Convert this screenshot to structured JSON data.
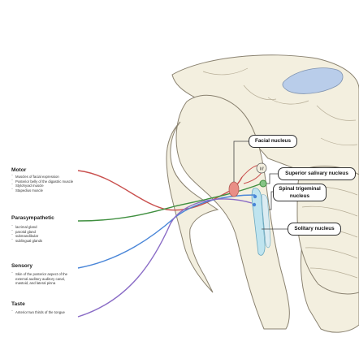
{
  "legend": {
    "motor": {
      "title": "Motor",
      "items": [
        "Muscles of facial expression",
        "Posterior belly of the digastric muscle",
        "Stylohyoid muscle",
        "Stapedius muscle"
      ]
    },
    "parasympathetic": {
      "title": "Parasympathetic",
      "items": [
        "lacrimal gland",
        "parotid gland",
        "submandibular",
        "sublingual glands"
      ]
    },
    "sensory": {
      "title": "Sensory",
      "items": [
        "Skin of the posterior aspect of the",
        "external auditory auditory canal,",
        "mastoid, and lateral pinna"
      ]
    },
    "taste": {
      "title": "Taste",
      "items": [
        "Anterior two thirds of the tongue"
      ]
    }
  },
  "labels": {
    "facial_nucleus": "Facial nucleus",
    "superior_salivary_nucleus": "Superior salivary nucleus",
    "spinal_trigeminal_nucleus_line1": "Spinal trigeminal",
    "spinal_trigeminal_nucleus_line2": "nucleus",
    "solitary_nucleus": "Solitary nucleus",
    "vi_marker": "VI"
  },
  "colors": {
    "motor": "#c9504e",
    "parasympathetic": "#3f8f3f",
    "sensory": "#4a86d8",
    "taste": "#8a6cc6",
    "tissue": "#f3efdf",
    "tissue_outline": "#8a8270",
    "facial_nucleus": "#e98e86",
    "solitary_nucleus": "#bfe4ef",
    "ventricle": "#b9cdea"
  }
}
